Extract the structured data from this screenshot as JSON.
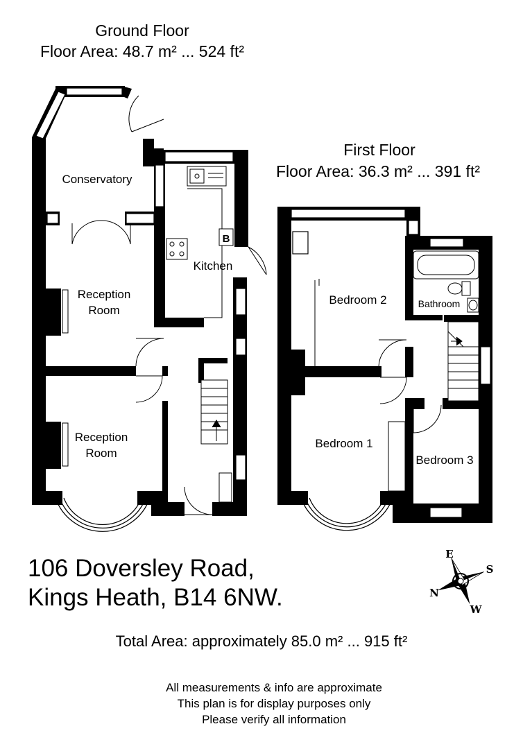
{
  "ground_floor": {
    "title": "Ground Floor",
    "area": "Floor Area: 48.7 m² ... 524 ft²",
    "rooms": {
      "conservatory": "Conservatory",
      "kitchen": "Kitchen",
      "boiler": "B",
      "reception_top_l1": "Reception",
      "reception_top_l2": "Room",
      "reception_bottom_l1": "Reception",
      "reception_bottom_l2": "Room"
    }
  },
  "first_floor": {
    "title": "First Floor",
    "area": "Floor Area: 36.3 m² ... 391 ft²",
    "rooms": {
      "bedroom2": "Bedroom 2",
      "bathroom": "Bathroom",
      "bedroom1": "Bedroom 1",
      "bedroom3": "Bedroom 3"
    }
  },
  "address": {
    "line1": "106 Doversley Road,",
    "line2": "Kings Heath, B14 6NW."
  },
  "total_area": "Total Area: approximately 85.0 m² ... 915 ft²",
  "disclaimer": [
    "All measurements & info are approximate",
    "This plan is for display purposes only",
    "Please verify all information"
  ],
  "compass": {
    "e": "E",
    "s": "S",
    "n": "N",
    "w": "W",
    "icon": "compass-rose-icon"
  }
}
